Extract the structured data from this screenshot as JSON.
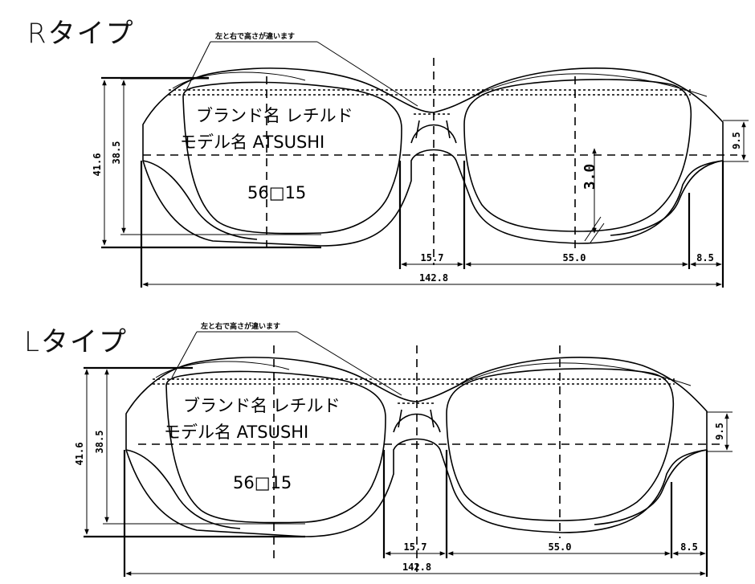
{
  "diagrams": [
    {
      "title": "Rタイプ",
      "note": "左と右で高さが違います",
      "brand_line": "ブランド名 レチルド",
      "model_line": "モデル名 ATSUSHI",
      "size_line": "56□15",
      "dim_total_height": "41.6",
      "dim_lens_height": "38.5",
      "dim_side_offset": "9.5",
      "dim_vertical": "3.0",
      "dim_bridge": "15.7",
      "dim_lens_width": "55.0",
      "dim_temple": "8.5",
      "dim_total_width": "142.8"
    },
    {
      "title": "Lタイプ",
      "note": "左と右で高さが違います",
      "brand_line": "ブランド名 レチルド",
      "model_line": "モデル名 ATSUSHI",
      "size_line": "56□15",
      "dim_total_height": "41.6",
      "dim_lens_height": "38.5",
      "dim_side_offset": "9.5",
      "dim_bridge": "15.7",
      "dim_lens_width": "55.0",
      "dim_temple": "8.5",
      "dim_total_width": "142.8"
    }
  ]
}
